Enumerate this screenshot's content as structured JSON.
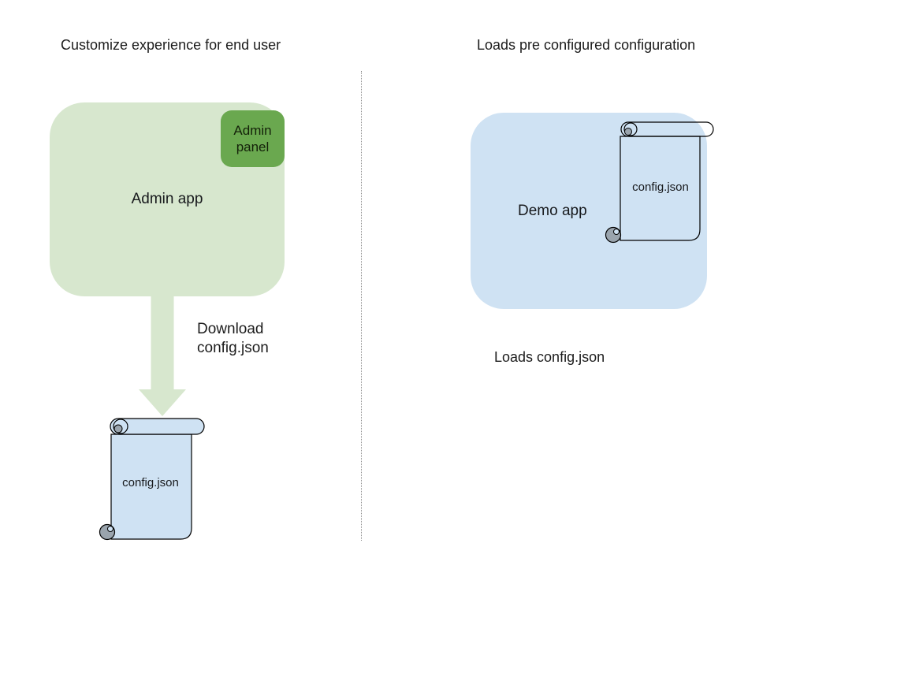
{
  "left": {
    "title": "Customize experience for end user",
    "admin_app_label": "Admin app",
    "admin_panel_label": "Admin panel",
    "download_label": "Download config.json",
    "config_file_label": "config.json"
  },
  "right": {
    "title": "Loads pre configured configuration",
    "demo_app_label": "Demo app",
    "config_file_label": "config.json",
    "caption": "Loads config.json"
  },
  "colors": {
    "admin_app_fill": "#d7e7ce",
    "admin_panel_fill": "#6aa84f",
    "arrow_fill": "#d7e7ce",
    "demo_app_fill": "#cfe2f3",
    "scroll_fill": "#cfe2f3",
    "scroll_curl_shade": "#9aa4ad",
    "outline": "#000000",
    "divider": "#8c8c8c",
    "text": "#1f1f1f"
  }
}
